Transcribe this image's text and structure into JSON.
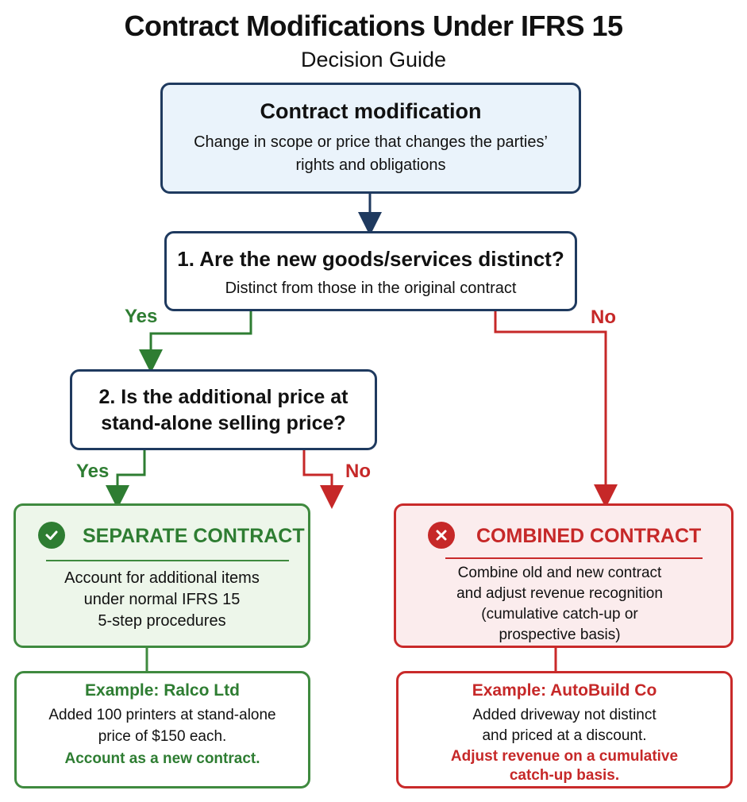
{
  "header": {
    "title": "Contract Modifications Under IFRS 15",
    "subtitle": "Decision Guide"
  },
  "start": {
    "title": "Contract modification",
    "text_line1": "Change in scope or price that changes the parties’",
    "text_line2": "rights and obligations"
  },
  "q1": {
    "title": "1. Are the new goods/services distinct?",
    "text": "Distinct from those in the original contract",
    "yes_label": "Yes",
    "no_label": "No"
  },
  "q2": {
    "title_line1": "2. Is the additional price at",
    "title_line2": "stand-alone selling price?",
    "yes_label": "Yes",
    "no_label": "No"
  },
  "separate": {
    "title": "SEPARATE CONTRACT",
    "icon": "check-icon",
    "text_line1": "Account for additional items",
    "text_line2": "under normal IFRS 15",
    "text_line3": "5-step procedures"
  },
  "combined": {
    "title": "COMBINED CONTRACT",
    "icon": "x-icon",
    "text_line1": "Combine old and new contract",
    "text_line2": "and adjust revenue recognition",
    "text_line3": "(cumulative catch-up or",
    "text_line4": "prospective basis)"
  },
  "example_separate": {
    "title": "Example: Ralco Ltd",
    "text_line1": "Added 100 printers at stand-alone",
    "text_line2": "price of $150 each.",
    "conclusion": "Account as a new contract."
  },
  "example_combined": {
    "title": "Example: AutoBuild Co",
    "text_line1": "Added driveway not distinct",
    "text_line2": "and priced at a discount.",
    "conclusion_line1": "Adjust revenue on a cumulative",
    "conclusion_line2": "catch-up basis."
  },
  "colors": {
    "navy": "#1f3a5f",
    "green": "#3f8a3f",
    "red": "#c92a2a",
    "blue_fill": "#eaf3fb"
  }
}
